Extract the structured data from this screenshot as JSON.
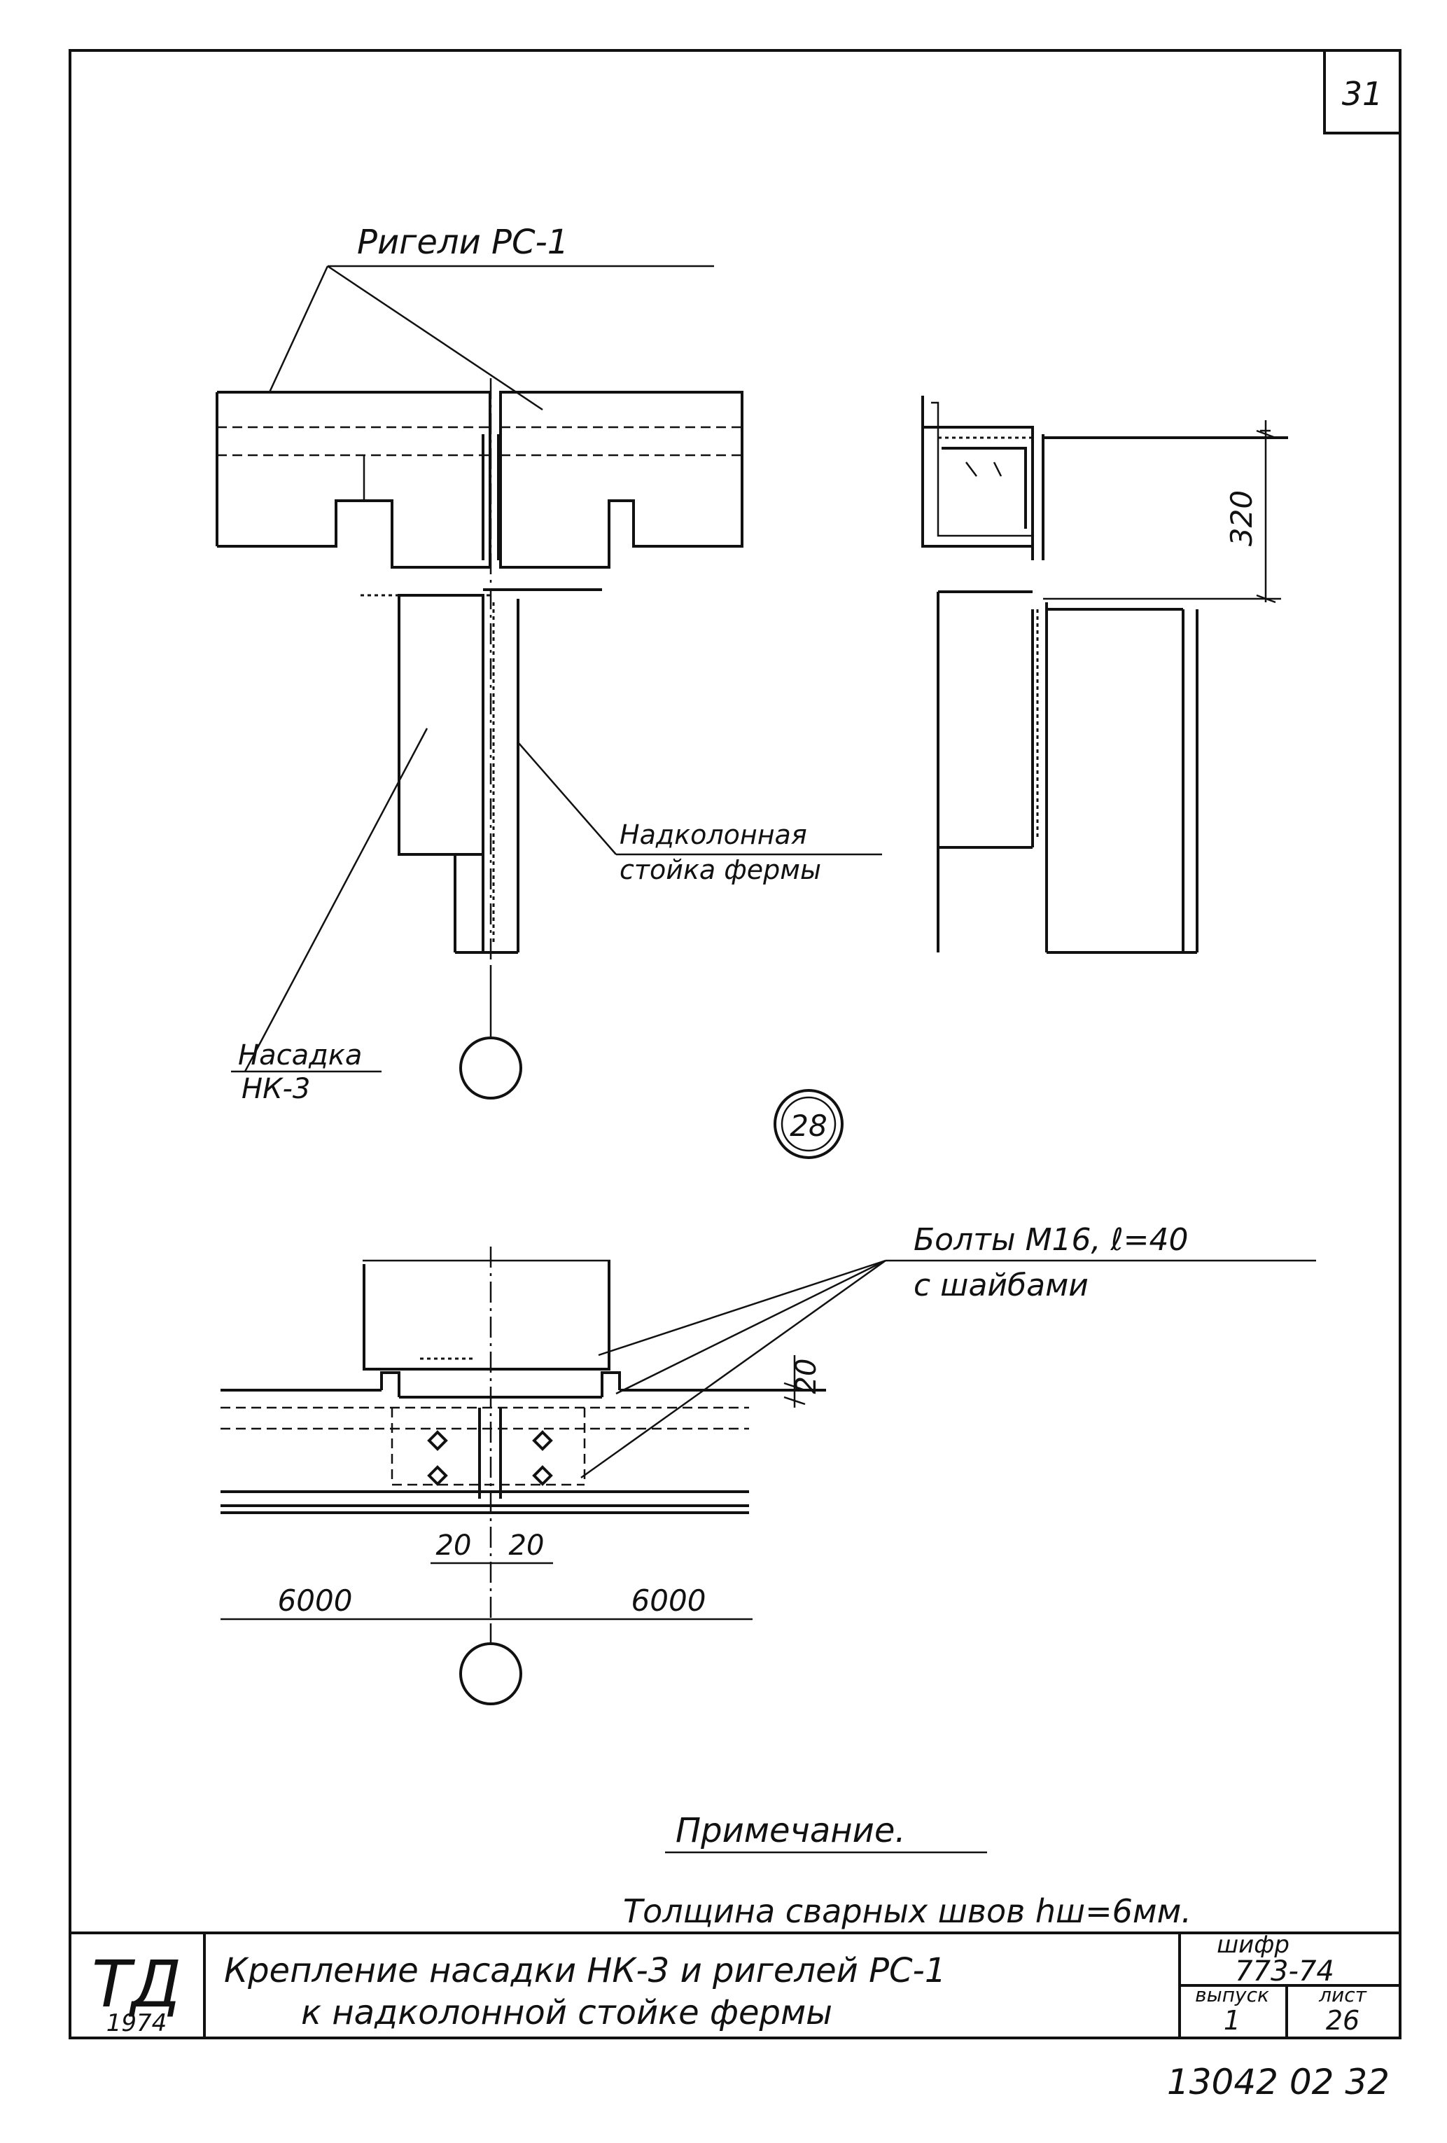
{
  "sheet_number": "31",
  "labels": {
    "beams": "Ригели РС-1",
    "post_line1": "Надколонная",
    "post_line2": "стойка фермы",
    "cap_line1": "Насадка",
    "cap_line2": "НК-3",
    "section_mark": "28",
    "bolts_line1": "Болты М16, ℓ=40",
    "bolts_line2": "с шайбами"
  },
  "dimensions": {
    "height": "320",
    "offset": "20",
    "left_gap": "20",
    "right_gap": "20",
    "left_span": "6000",
    "right_span": "6000"
  },
  "note": {
    "heading": "Примечание.",
    "text": "Толщина сварных швов hш=6мм."
  },
  "title_block": {
    "logo": "ТД",
    "year": "1974",
    "title_line1": "Крепление насадки НК-3 и ригелей РС-1",
    "title_line2": "к надколонной стойке фермы",
    "cipher_label": "шифр",
    "cipher": "773-74",
    "issue_label": "выпуск",
    "issue": "1",
    "sheet_label": "лист",
    "sheet": "26"
  },
  "archive_number": "13042 02 32"
}
